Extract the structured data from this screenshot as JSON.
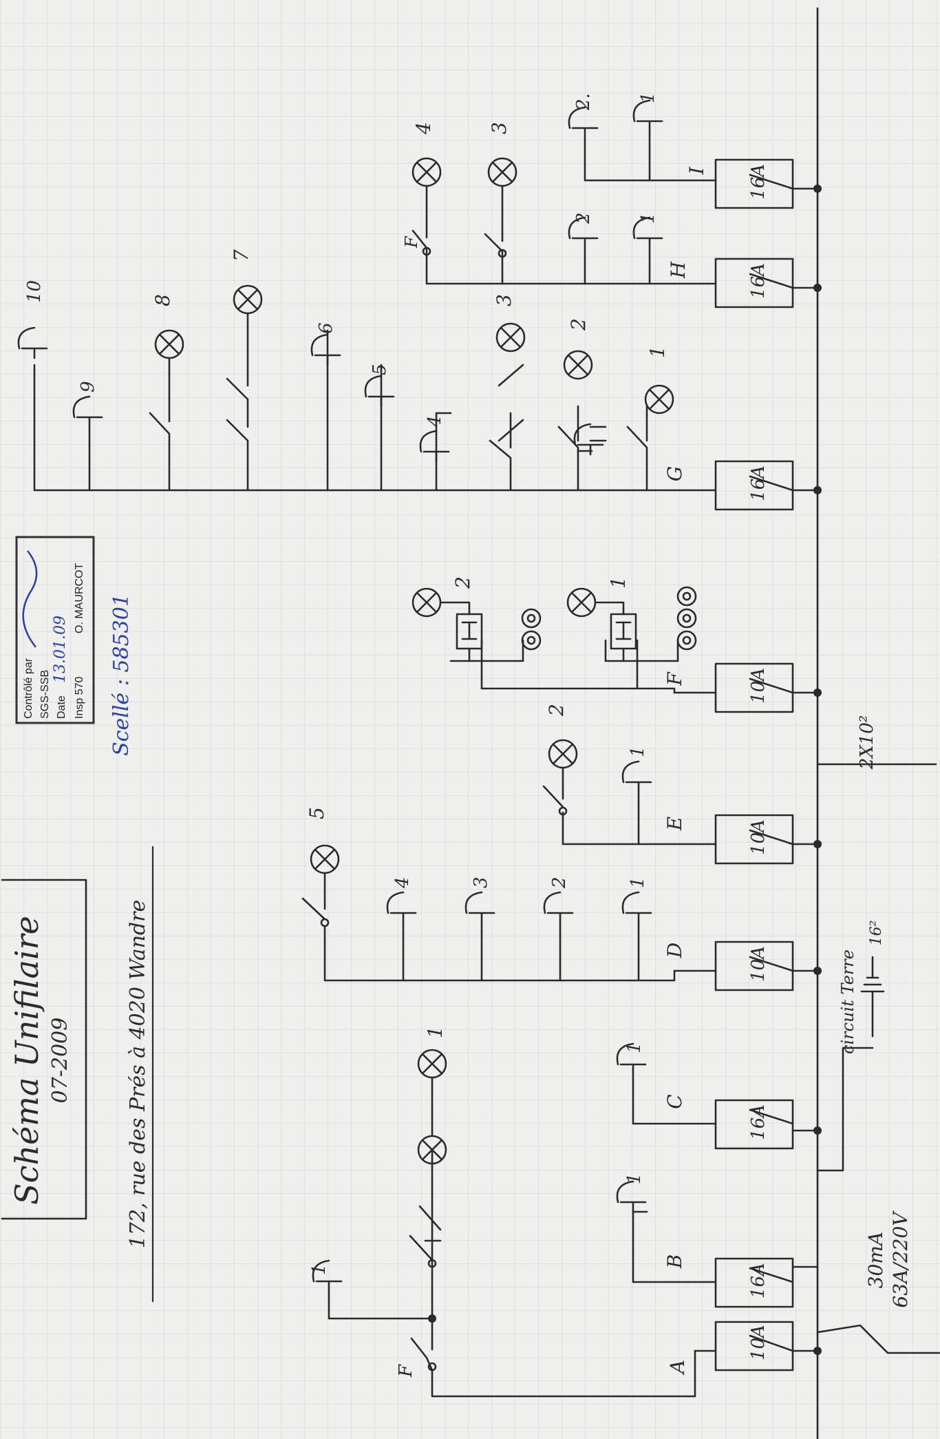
{
  "title": {
    "line1": "Schéma Unifilaire",
    "line2": "07-2009"
  },
  "address": "172, rue des Prés à 4020 Wandre",
  "stamp": {
    "line1": "Contrôlé par",
    "line2": "SGS-SSB",
    "date_label": "Date",
    "date_value": "13.01.09",
    "insp_label": "Insp 570",
    "inspector": "O. MAURCOT"
  },
  "scelle": "Scellé : 585301",
  "main_device": {
    "rating_differential": "30mA",
    "rating_main": "63A/220V"
  },
  "earth": {
    "label": "circuit Terre",
    "section": "16²"
  },
  "supply_cable": "2X10²",
  "breakers": [
    {
      "circuit": "A",
      "rating": "10A"
    },
    {
      "circuit": "B",
      "rating": "16A"
    },
    {
      "circuit": "C",
      "rating": "16A"
    },
    {
      "circuit": "D",
      "rating": "10A"
    },
    {
      "circuit": "E",
      "rating": "10A"
    },
    {
      "circuit": "F",
      "rating": "10A"
    },
    {
      "circuit": "G",
      "rating": "16A"
    },
    {
      "circuit": "H",
      "rating": "16A"
    },
    {
      "circuit": "I",
      "rating": "16A"
    }
  ],
  "circuit_a": {
    "switch_label": "F",
    "socket": "1",
    "lamp": "1"
  },
  "circuit_b": {
    "socket": "1"
  },
  "circuit_c": {
    "socket": "1"
  },
  "circuit_d": {
    "sockets": [
      "1",
      "2",
      "3",
      "4"
    ],
    "lamp": "5"
  },
  "circuit_e": {
    "socket": "1",
    "lamp": "2"
  },
  "circuit_f": {
    "lamps": [
      "1",
      "2"
    ]
  },
  "circuit_g": {
    "sockets_left": [
      "4",
      "5",
      "6"
    ],
    "lamps_row1": [
      "1",
      "2",
      "3"
    ],
    "lamps_row2": [
      "7",
      "8"
    ],
    "sockets_top": [
      "9",
      "10"
    ]
  },
  "circuit_h": {
    "switch_label": "F",
    "sockets": [
      "1",
      "2"
    ],
    "lamps": [
      "3",
      "4"
    ]
  },
  "circuit_i": {
    "sockets": [
      "1",
      "2."
    ]
  }
}
